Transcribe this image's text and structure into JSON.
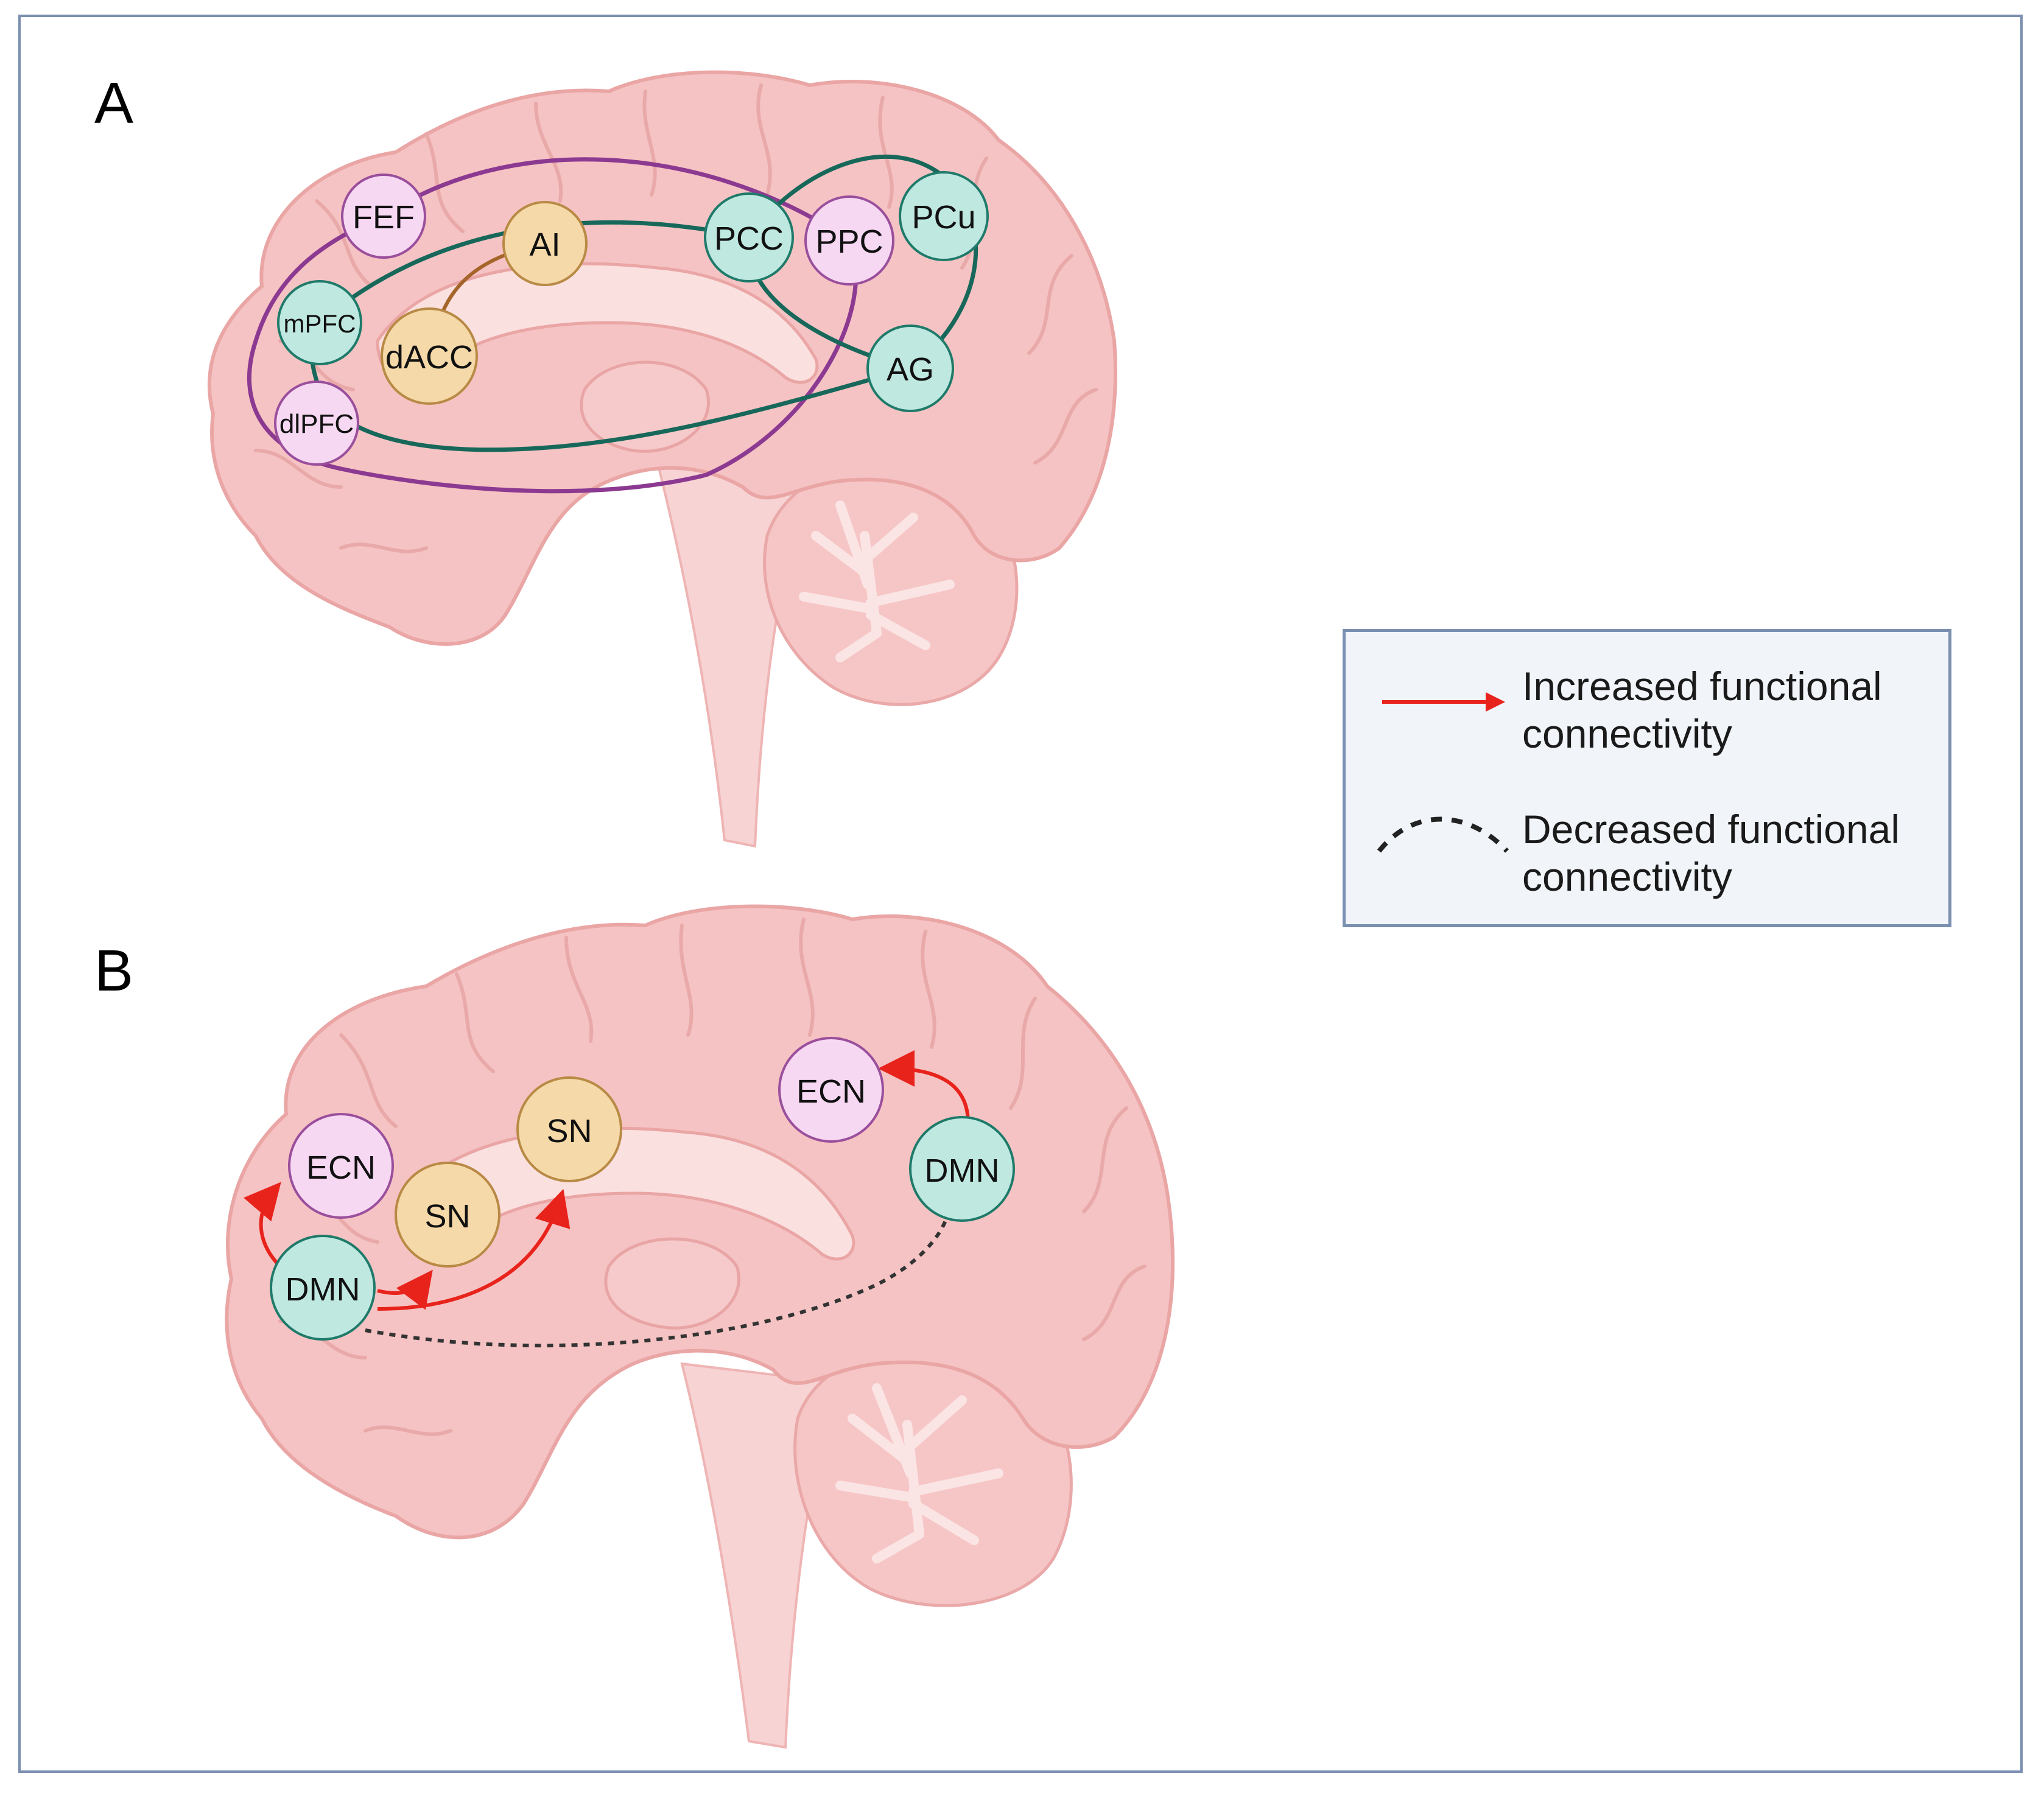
{
  "panels": {
    "a_label": "A",
    "b_label": "B"
  },
  "legend": {
    "increased": "Increased functional\nconnectivity",
    "decreased": "Decreased functional\nconnectivity"
  },
  "panel_a_nodes": {
    "fef": "FEF",
    "ai": "AI",
    "pcc": "PCC",
    "ppc": "PPC",
    "pcu": "PCu",
    "mpfc": "mPFC",
    "dacc": "dACC",
    "ag": "AG",
    "dlpfc": "dlPFC"
  },
  "panel_b_nodes": {
    "ecn_frontal": "ECN",
    "sn_upper": "SN",
    "sn_lower": "SN",
    "dmn_frontal": "DMN",
    "ecn_parietal": "ECN",
    "dmn_parietal": "DMN"
  },
  "colors": {
    "dmn_fill": "#bfe8e0",
    "dmn_stroke": "#1f7a6a",
    "ecn_fill": "#f7d8f3",
    "ecn_stroke": "#9a4f9c",
    "sn_fill": "#f5d9a8",
    "sn_stroke": "#b88a45",
    "ecn_line": "#8c3a91",
    "dmn_line": "#17685a",
    "sn_line": "#a5652a",
    "increase_arrow": "#e8231c",
    "decrease_line": "#333333",
    "brain": "#f4c0c0"
  }
}
